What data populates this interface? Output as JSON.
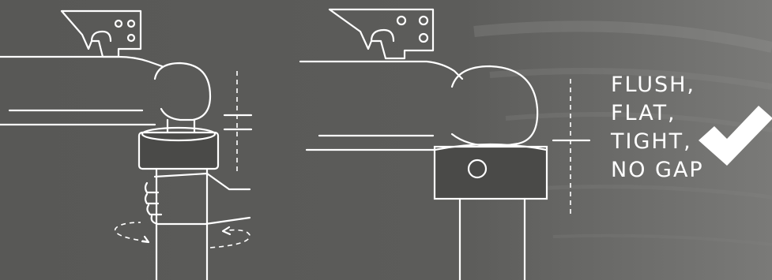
{
  "caption": {
    "lines": [
      "FLUSH,",
      "FLAT,",
      "TIGHT,",
      "NO GAP"
    ]
  },
  "colors": {
    "background": "#5a5a58",
    "line": "#ffffff",
    "coupler_fill": "#4a4a48",
    "check": "#ffffff"
  },
  "icons": {
    "rotate_left": "dashed-rotation-arrow",
    "rotate_right": "dashed-rotation-arrow",
    "approval": "checkmark-icon"
  }
}
